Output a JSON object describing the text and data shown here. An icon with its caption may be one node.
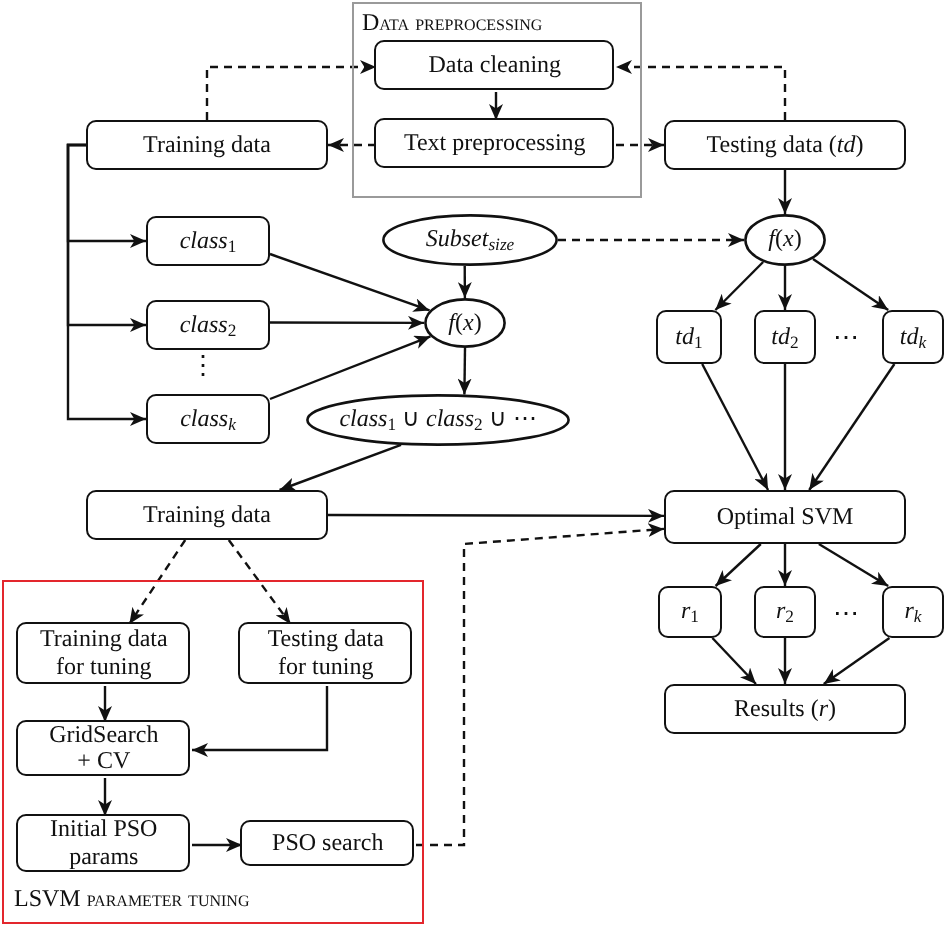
{
  "diagram": {
    "nodes": [
      {
        "text": [
          "Data preprocessing"
        ]
      },
      {
        "text": [
          "Data cleaning"
        ],
        "in": 0
      },
      {
        "text": [
          "Training data"
        ]
      },
      {
        "text": [
          "Text preprocessing"
        ],
        "in": 0
      },
      {
        "text": [
          "Testing data (*td*)"
        ]
      },
      {
        "text": [
          "*class*$_{1}$"
        ]
      },
      {
        "text": [
          "Subset$_{size}$"
        ]
      },
      {
        "text": [
          "*f*(*x*)"
        ]
      },
      {
        "text": [
          "*class*$_{2}$"
        ]
      },
      {
        "text": [
          "class$_{k}$"
        ]
      },
      {
        "text": [
          "*class*$_{1}$ ∪ *class*$_{2}$ ∪ ⋯"
        ]
      },
      {
        "text": [
          "*f*(*x*)"
        ]
      },
      {
        "text": [
          "*td*$_{1}$"
        ]
      },
      {
        "text": [
          "*td*$_{2}$"
        ]
      },
      {
        "text": [
          "td$_{k}$"
        ]
      },
      {
        "text": [
          "Training data"
        ]
      },
      {
        "text": [
          "Optimal SVM"
        ]
      },
      {
        "text": [
          "LSVM parameter tuning"
        ]
      },
      {
        "text": [
          "Training data for tuning"
        ],
        "in": 17
      },
      {
        "text": [
          "Testing data for tuning"
        ],
        "in": 17
      },
      {
        "text": [
          "*r*$_{1}$"
        ]
      },
      {
        "text": [
          "*r*$_{2}$"
        ]
      },
      {
        "text": [
          "r$_{k}$"
        ]
      },
      {
        "text": [
          "GridSearch + CV"
        ],
        "in": 17
      },
      {
        "text": [
          "Results (*r*)"
        ]
      },
      {
        "text": [
          "Initial PSO params"
        ],
        "in": 17
      },
      {
        "text": [
          "PSO search"
        ],
        "in": 17
      }
    ],
    "edges": [
      {
        "from": 1,
        "to": 3,
        "arrow": "to"
      },
      {
        "from": 3,
        "to": 2,
        "arrow": "to",
        "style": "dashed"
      },
      {
        "from": 3,
        "to": 4,
        "arrow": "to",
        "style": "dashed"
      },
      {
        "from": 2,
        "to": 1,
        "arrow": "to",
        "style": "dashed"
      },
      {
        "from": 4,
        "to": 1,
        "arrow": "to",
        "style": "dashed"
      },
      {
        "from": 2,
        "to": 5,
        "arrow": "to"
      },
      {
        "from": 2,
        "to": 8,
        "arrow": "to"
      },
      {
        "from": 2,
        "to": 9,
        "arrow": "to"
      },
      {
        "from": 5,
        "to": 7,
        "arrow": "to"
      },
      {
        "from": 8,
        "to": 7,
        "arrow": "to"
      },
      {
        "from": 9,
        "to": 7,
        "arrow": "to"
      },
      {
        "from": 6,
        "to": 7,
        "arrow": "to"
      },
      {
        "from": 6,
        "to": 11,
        "arrow": "to",
        "style": "dashed"
      },
      {
        "from": 7,
        "to": 10,
        "arrow": "to"
      },
      {
        "from": 10,
        "to": 15,
        "arrow": "to"
      },
      {
        "from": 4,
        "to": 11,
        "arrow": "to"
      },
      {
        "from": 11,
        "to": 12,
        "arrow": "to"
      },
      {
        "from": 11,
        "to": 13,
        "arrow": "to"
      },
      {
        "from": 11,
        "to": 14,
        "arrow": "to"
      },
      {
        "from": 12,
        "to": 16,
        "arrow": "to"
      },
      {
        "from": 13,
        "to": 16,
        "arrow": "to"
      },
      {
        "from": 14,
        "to": 16,
        "arrow": "to"
      },
      {
        "from": 15,
        "to": 16,
        "arrow": "to"
      },
      {
        "from": 15,
        "to": 18,
        "arrow": "to",
        "style": "dashed"
      },
      {
        "from": 15,
        "to": 19,
        "arrow": "to",
        "style": "dashed"
      },
      {
        "from": 18,
        "to": 23,
        "arrow": "to"
      },
      {
        "from": 19,
        "to": 23,
        "arrow": "to"
      },
      {
        "from": 23,
        "to": 25,
        "arrow": "to"
      },
      {
        "from": 25,
        "to": 26,
        "arrow": "to"
      },
      {
        "from": 26,
        "to": 16,
        "arrow": "to",
        "style": "dashed"
      },
      {
        "from": 16,
        "to": 20,
        "arrow": "to"
      },
      {
        "from": 16,
        "to": 21,
        "arrow": "to"
      },
      {
        "from": 16,
        "to": 22,
        "arrow": "to"
      },
      {
        "from": 20,
        "to": 24,
        "arrow": "to"
      },
      {
        "from": 21,
        "to": 24,
        "arrow": "to"
      },
      {
        "from": 22,
        "to": 24,
        "arrow": "to"
      }
    ],
    "labels": [
      "⋮",
      "⋯",
      "⋯"
    ]
  }
}
